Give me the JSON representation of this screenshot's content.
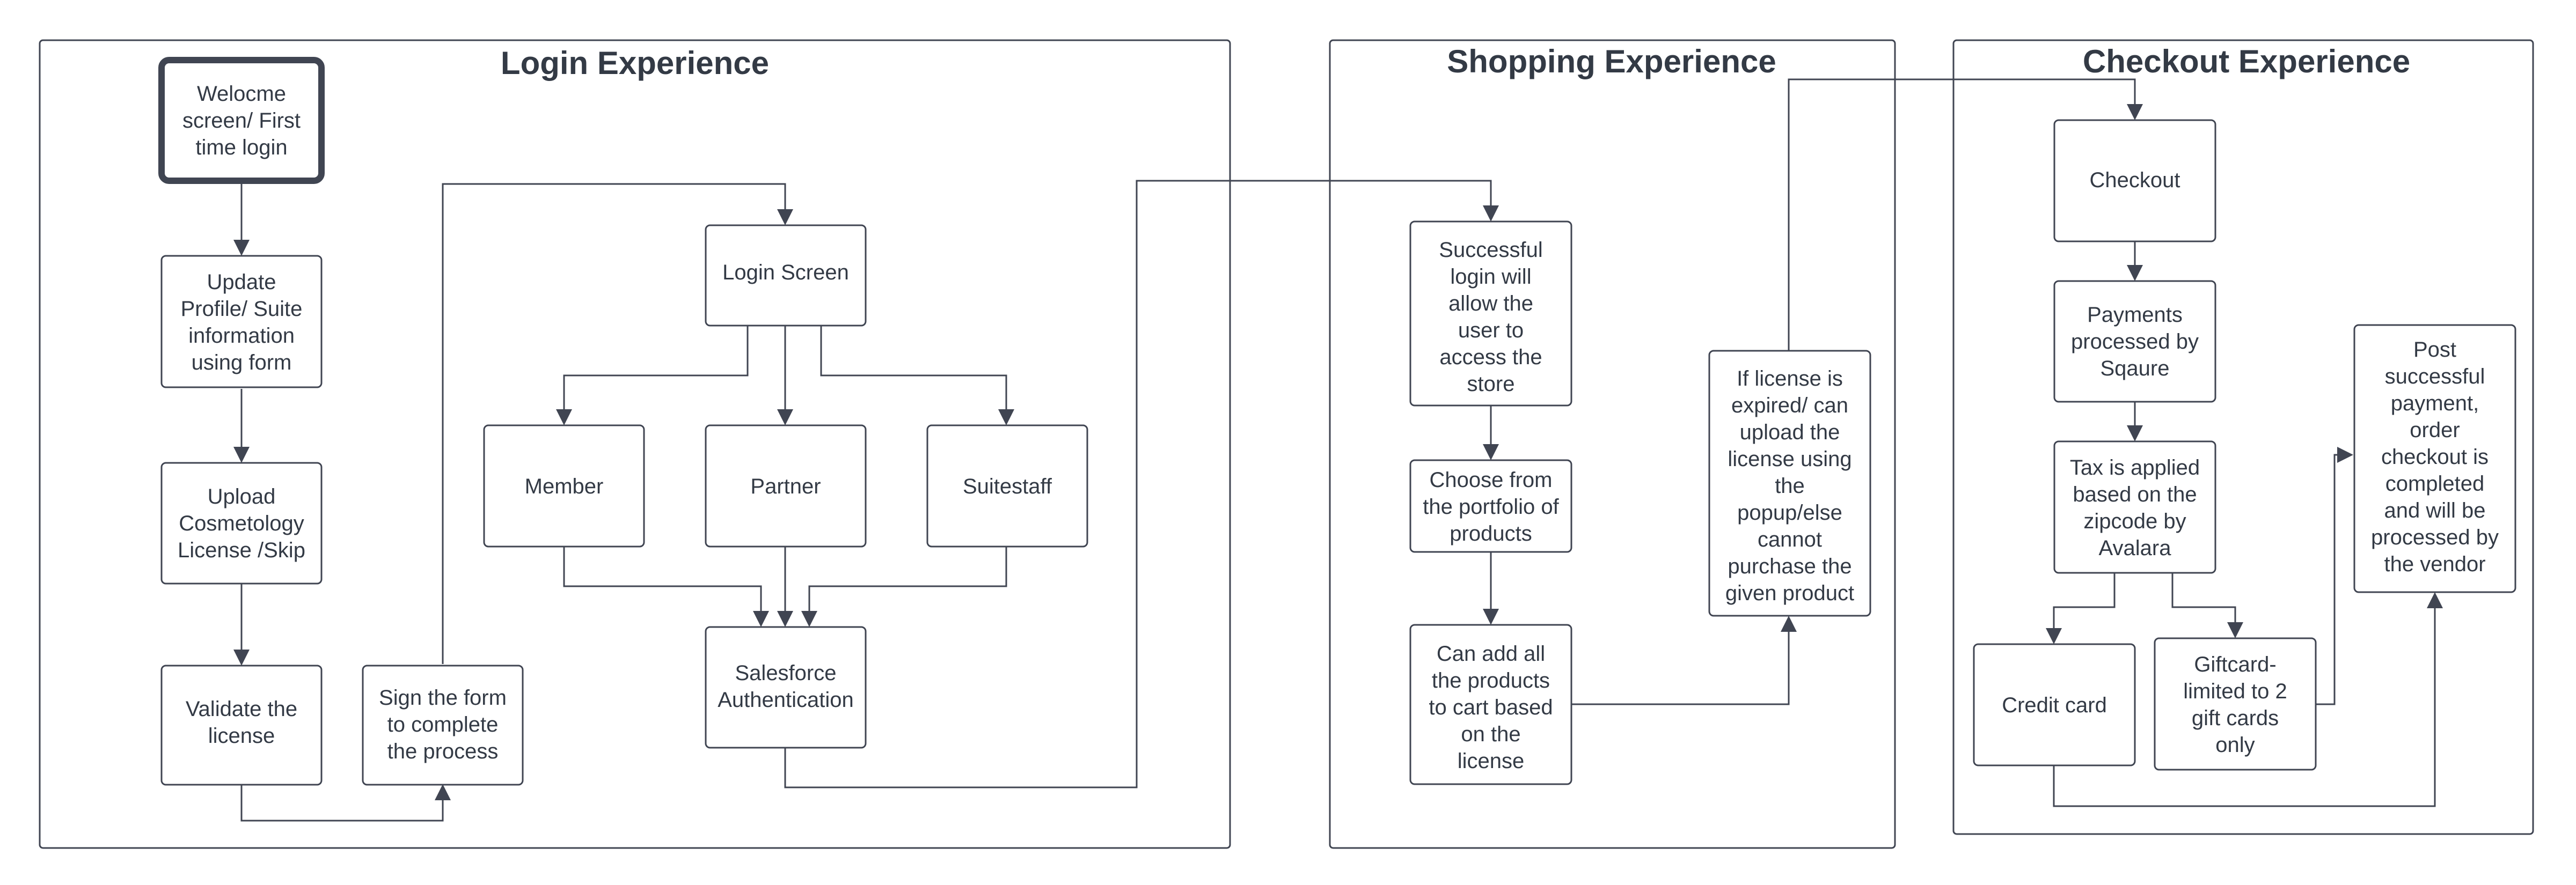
{
  "colors": {
    "stroke": "#404552",
    "text": "#333a45",
    "background": "#ffffff"
  },
  "panels": {
    "login": {
      "title": "Login Experience"
    },
    "shopping": {
      "title": "Shopping Experience"
    },
    "checkout": {
      "title": "Checkout Experience"
    }
  },
  "nodes": {
    "welcome": [
      "Welocme",
      "screen/ First",
      "time login"
    ],
    "update_profile": [
      "Update",
      "Profile/ Suite",
      "information",
      "using form"
    ],
    "upload_license": [
      "Upload",
      "Cosmetology",
      "License /Skip"
    ],
    "validate_license": [
      "Validate the",
      "license"
    ],
    "sign_form": [
      "Sign the form",
      "to complete",
      "the process"
    ],
    "login_screen": [
      "Login Screen"
    ],
    "member": [
      "Member"
    ],
    "partner": [
      "Partner"
    ],
    "suitestaff": [
      "Suitestaff"
    ],
    "salesforce_auth": [
      "Salesforce",
      "Authentication"
    ],
    "successful_login": [
      "Successful",
      "login will",
      "allow the",
      "user to",
      "access the",
      "store"
    ],
    "choose_products": [
      "Choose from",
      "the portfolio of",
      "products"
    ],
    "add_to_cart": [
      "Can add all",
      "the products",
      "to cart based",
      "on the",
      "license"
    ],
    "license_expired": [
      "If license is",
      "expired/ can",
      "upload the",
      "license using",
      "the",
      "popup/else",
      "cannot",
      "purchase the",
      "given product"
    ],
    "checkout": [
      "Checkout"
    ],
    "payments": [
      "Payments",
      "processed by",
      "Sqaure"
    ],
    "tax": [
      "Tax is applied",
      "based on the",
      "zipcode by",
      "Avalara"
    ],
    "credit_card": [
      "Credit card"
    ],
    "giftcard": [
      "Giftcard-",
      "limited to 2",
      "gift cards",
      "only"
    ],
    "post_payment": [
      "Post",
      "successful",
      "payment,",
      "order",
      "checkout is",
      "completed",
      "and will be",
      "processed by",
      "the vendor"
    ]
  },
  "edges": [
    [
      "welcome",
      "update_profile"
    ],
    [
      "update_profile",
      "upload_license"
    ],
    [
      "upload_license",
      "validate_license"
    ],
    [
      "validate_license",
      "sign_form"
    ],
    [
      "sign_form",
      "login_screen"
    ],
    [
      "login_screen",
      "member"
    ],
    [
      "login_screen",
      "partner"
    ],
    [
      "login_screen",
      "suitestaff"
    ],
    [
      "member",
      "salesforce_auth"
    ],
    [
      "partner",
      "salesforce_auth"
    ],
    [
      "suitestaff",
      "salesforce_auth"
    ],
    [
      "salesforce_auth",
      "successful_login"
    ],
    [
      "successful_login",
      "choose_products"
    ],
    [
      "choose_products",
      "add_to_cart"
    ],
    [
      "add_to_cart",
      "license_expired"
    ],
    [
      "license_expired",
      "checkout"
    ],
    [
      "checkout",
      "payments"
    ],
    [
      "payments",
      "tax"
    ],
    [
      "tax",
      "credit_card"
    ],
    [
      "tax",
      "giftcard"
    ],
    [
      "giftcard",
      "post_payment"
    ],
    [
      "credit_card",
      "post_payment"
    ]
  ]
}
